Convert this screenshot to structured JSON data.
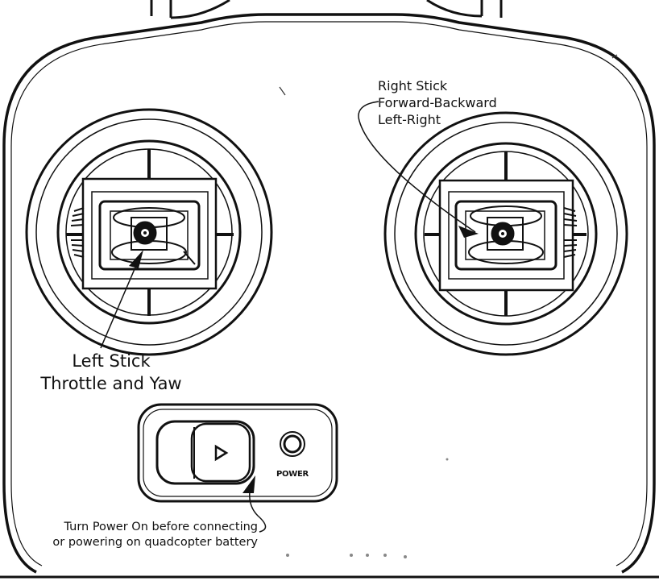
{
  "callouts": {
    "left_stick": {
      "title": "Left Stick",
      "subtitle": "Throttle and Yaw"
    },
    "right_stick": {
      "title": "Right Stick",
      "line1": "Forward-Backward",
      "line2": "Left-Right"
    },
    "power_note": {
      "line1": "Turn Power On before connecting",
      "line2": "or powering on quadcopter battery"
    }
  },
  "controls": {
    "power_label": "POWER",
    "power_switch_icon": "play-triangle-icon",
    "power_led_icon": "led-ring-icon"
  },
  "colors": {
    "line": "#111111",
    "background": "#ffffff"
  }
}
